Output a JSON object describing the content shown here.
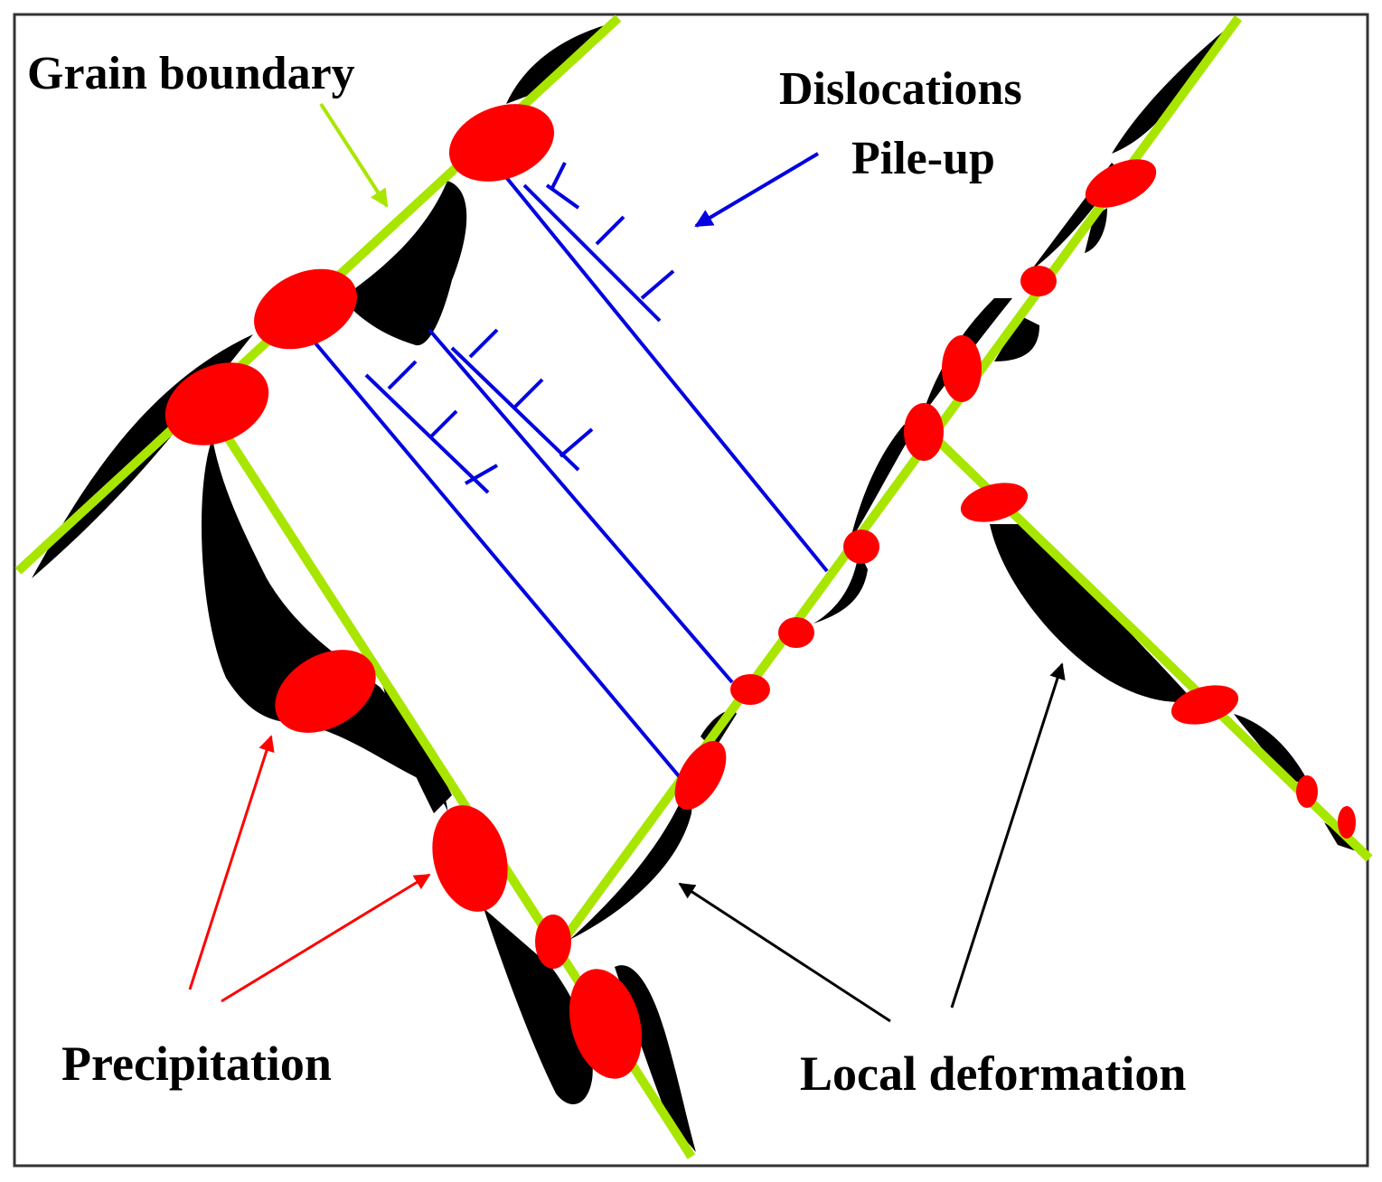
{
  "labels": {
    "grain_boundary": "Grain boundary",
    "dislocations": "Dislocations",
    "pile_up": "Pile-up",
    "precipitation": "Precipitation",
    "local_deformation": "Local deformation"
  },
  "colors": {
    "grain_boundary": "#a8e600",
    "precipitate": "#ff0000",
    "deformation": "#000000",
    "dislocation": "#0000e0",
    "grain_boundary_arrow": "#a8e600",
    "dislocation_arrow": "#0000e0",
    "precipitation_arrow": "#ff0000",
    "deformation_arrow": "#000000",
    "frame": "#333333"
  }
}
